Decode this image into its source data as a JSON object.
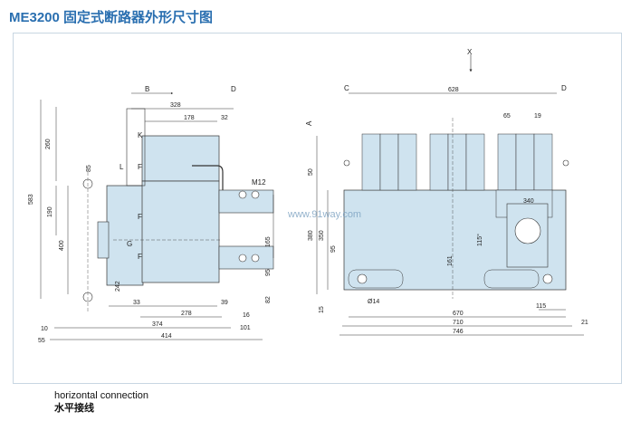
{
  "title": "ME3200 固定式断路器外形尺寸图",
  "caption": {
    "en": "horizontal connection",
    "cn": "水平接线"
  },
  "watermark": "www.91way.com",
  "colors": {
    "title": "#2a6fb0",
    "body_fill": "#cfe3ef",
    "line": "#333333"
  },
  "side_view": {
    "labels": {
      "B": "B",
      "D": "D",
      "K": "K",
      "L": "L",
      "F1": "F",
      "F2": "F",
      "F3": "F",
      "G": "G",
      "M12": "M12"
    },
    "dims": {
      "d328": "328",
      "d178": "178",
      "d32": "32",
      "d260": "260",
      "d85": "85",
      "d190": "190",
      "d400": "400",
      "d583": "583",
      "d165": "165",
      "d95": "95",
      "d82": "82",
      "d242": "242",
      "d33": "33",
      "d278": "278",
      "d39": "39",
      "d16": "16",
      "d374": "374",
      "d101": "101",
      "d10": "10",
      "d414": "414",
      "d55": "55"
    }
  },
  "front_view": {
    "labels": {
      "X": "X",
      "C": "C",
      "D": "D",
      "A": "A"
    },
    "dims": {
      "d628": "628",
      "d65": "65",
      "d19": "19",
      "d50": "50",
      "d380": "380",
      "d350": "350",
      "d95": "95",
      "d15": "15",
      "d340": "340",
      "angle": "115°",
      "d161": "161",
      "hole": "Ø14",
      "d670": "670",
      "d710": "710",
      "d746": "746",
      "d115": "115",
      "d21": "21"
    }
  }
}
